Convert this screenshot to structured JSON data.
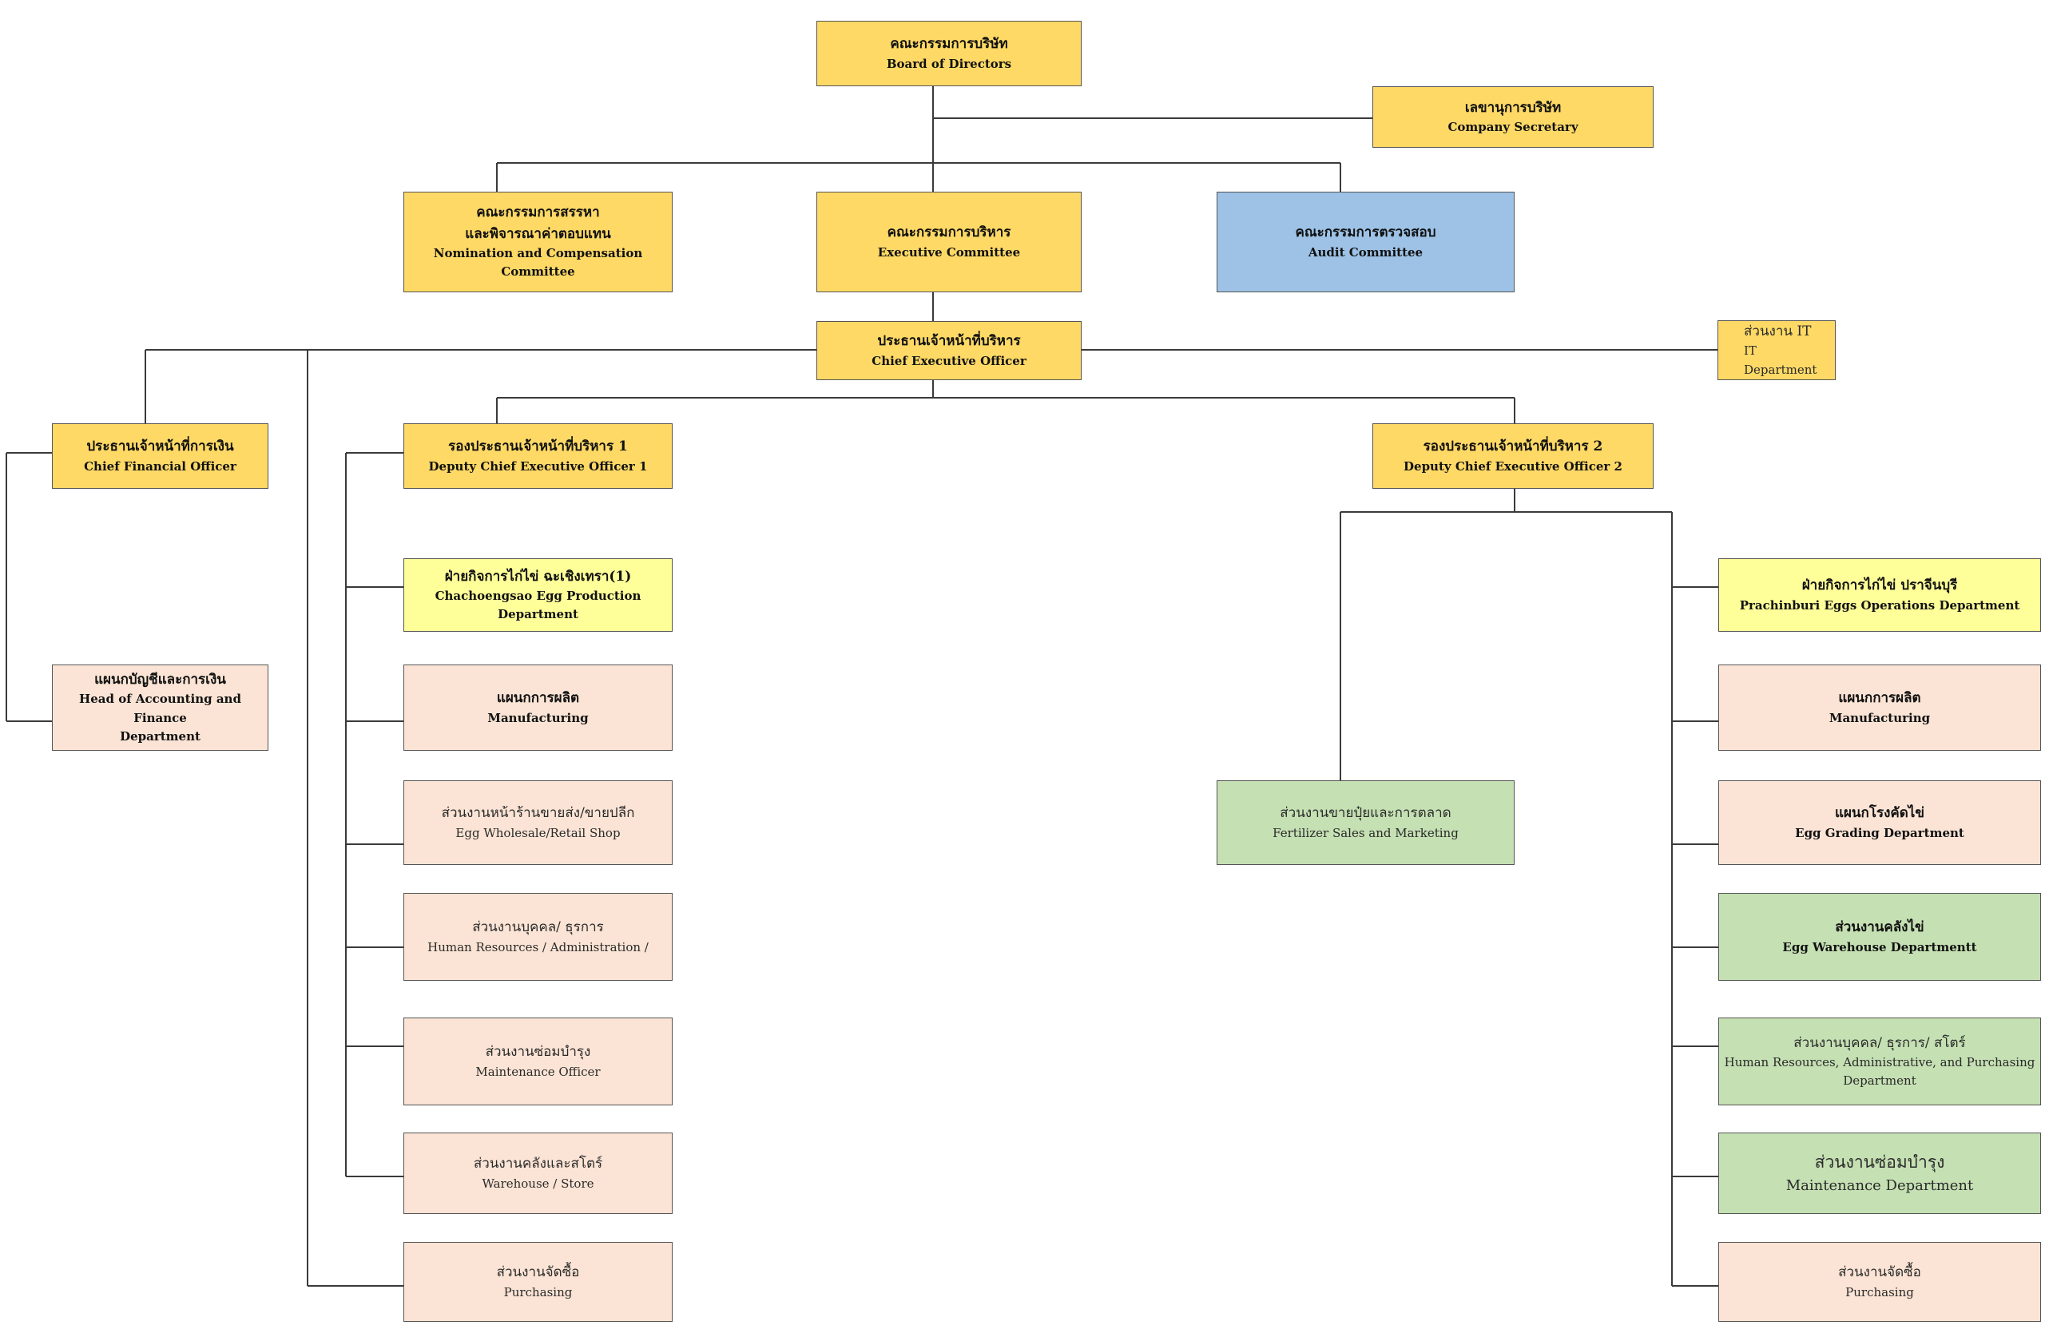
{
  "colors": {
    "gold": "#fed966",
    "blue": "#9dc2e6",
    "yellow": "#ffff99",
    "peach": "#fbe4d5",
    "green": "#c5e0b3",
    "line": "#3a3a3a"
  },
  "nodes": {
    "board": {
      "th": "คณะกรรมการบริษัท",
      "en": "Board of Directors"
    },
    "secretary": {
      "th": "เลขานุการบริษัท",
      "en": "Company Secretary"
    },
    "nomination": {
      "th": "คณะกรรมการสรรหา\nและพิจารณาค่าตอบแทน",
      "en": "Nomination and Compensation Committee"
    },
    "executive": {
      "th": "คณะกรรมการบริหาร",
      "en": "Executive Committee"
    },
    "audit": {
      "th": "คณะกรรมการตรวจสอบ",
      "en": "Audit Committee"
    },
    "ceo": {
      "th": "ประธานเจ้าหน้าที่บริหาร",
      "en": "Chief Executive Officer"
    },
    "it": {
      "th": "ส่วนงาน IT",
      "en": "IT Department"
    },
    "cfo": {
      "th": "ประธานเจ้าหน้าที่การเงิน",
      "en": "Chief Financial Officer"
    },
    "deputy1": {
      "th": "รองประธานเจ้าหน้าที่บริหาร 1",
      "en": "Deputy Chief Executive Officer 1"
    },
    "deputy2": {
      "th": "รองประธานเจ้าหน้าที่บริหาร 2",
      "en": "Deputy Chief Executive Officer 2"
    },
    "accounting": {
      "th": "แผนกบัญชีและการเงิน",
      "en": "Head of Accounting and Finance\nDepartment"
    },
    "chachoengsao": {
      "th": "ฝ่ายกิจการไก่ไข่ ฉะเชิงเทรา(1)",
      "en": "Chachoengsao Egg Production Department"
    },
    "manufacturing1": {
      "th": "แผนกการผลิต",
      "en": "Manufacturing"
    },
    "retail": {
      "th": "ส่วนงานหน้าร้านขายส่ง/ขายปลีก",
      "en": "Egg Wholesale/Retail Shop"
    },
    "hr1": {
      "th": "ส่วนงานบุคคล/ ธุรการ",
      "en": "Human Resources / Administration /"
    },
    "maint1": {
      "th": "ส่วนงานซ่อมบำรุง",
      "en": "Maintenance Officer"
    },
    "warehouse1": {
      "th": "ส่วนงานคลังและสโตร์",
      "en": "Warehouse / Store"
    },
    "purchasing1": {
      "th": "ส่วนงานจัดซื้อ",
      "en": "Purchasing"
    },
    "fertilizer": {
      "th": "ส่วนงานขายปุ๋ยและการตลาด",
      "en": "Fertilizer Sales and Marketing"
    },
    "prachinburi": {
      "th": "ฝ่ายกิจการไก่ไข่ ปราจีนบุรี",
      "en": "Prachinburi Eggs Operations Department"
    },
    "manufacturing2": {
      "th": "แผนกการผลิต",
      "en": "Manufacturing"
    },
    "grading": {
      "th": "แผนกโรงคัดไข่",
      "en": "Egg Grading Department"
    },
    "eggwarehouse": {
      "th": "ส่วนงานคลังไข่",
      "en": "Egg Warehouse Departmentt"
    },
    "hr2": {
      "th": "ส่วนงานบุคคล/ ธุรการ/ สโตร์",
      "en": "Human Resources, Administrative, and Purchasing\nDepartment"
    },
    "maint2": {
      "th": "ส่วนงานซ่อมบำรุง",
      "en": "Maintenance Department"
    },
    "purchasing2": {
      "th": "ส่วนงานจัดซื้อ",
      "en": "Purchasing"
    }
  }
}
